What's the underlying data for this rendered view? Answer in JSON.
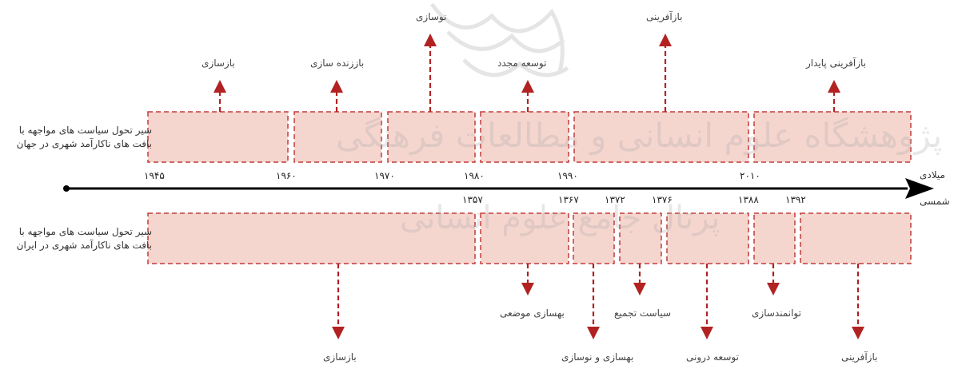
{
  "colors": {
    "box_fill": "#f5d6cf",
    "box_border": "#c43b3b",
    "arrow": "#b22222",
    "axis": "#000000"
  },
  "rows": {
    "world_title": "سیر تحول سیاست های مواجهه با بافت های ناکارآمد شهری در جهان",
    "iran_title": "سیر تحول سیاست های مواجهه با بافت های ناکارآمد شهری در ایران"
  },
  "axis": {
    "gregorian_label": "میلادی",
    "solar_label": "شمسی"
  },
  "world_years": [
    "۱۹۴۵",
    "۱۹۶۰",
    "۱۹۷۰",
    "۱۹۸۰",
    "۱۹۹۰",
    "۲۰۱۰"
  ],
  "iran_years": [
    "۱۳۵۷",
    "۱۳۶۷",
    "۱۳۷۲",
    "۱۳۷۶",
    "۱۳۸۸",
    "۱۳۹۲"
  ],
  "world_policies": [
    "بازسازی",
    "باززنده سازی",
    "نوسازی",
    "توسعه مجدد",
    "بازآفرینی",
    "بازآفرینی پایدار"
  ],
  "iran_policies": [
    "بازسازی",
    "بهسازی موضعی",
    "بهسازی و نوسازی",
    "سیاست تجمیع",
    "توسعه درونی",
    "توانمندسازی",
    "بازآفرینی"
  ],
  "watermark": {
    "line1": "پژوهشگاه علوم انسانی و مطالعات فرهنگی",
    "line2": "پرتال جامع علوم انسانی"
  }
}
